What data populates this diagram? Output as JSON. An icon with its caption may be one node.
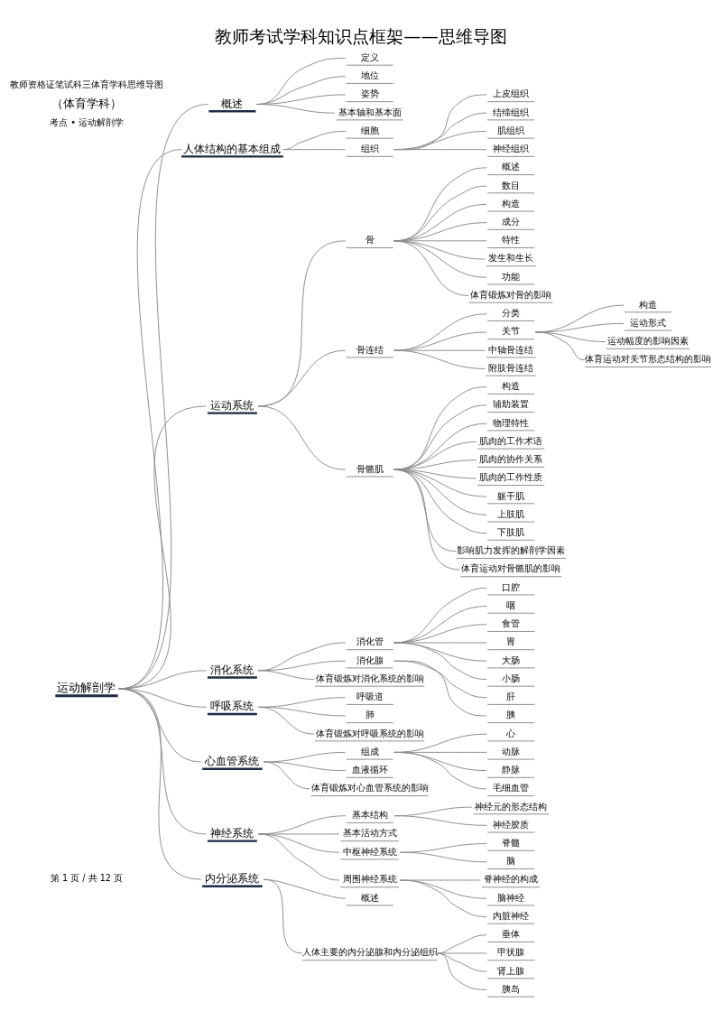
{
  "diagram": {
    "title": "教师考试学科知识点框架——思维导图",
    "nodes": [
      {
        "text": [
          "运动解剖学"
        ]
      },
      {
        "text": [
          "概述"
        ]
      },
      {
        "text": [
          "定义"
        ]
      },
      {
        "text": [
          "地位"
        ]
      },
      {
        "text": [
          "姿势"
        ]
      },
      {
        "text": [
          "基本轴和基本面"
        ]
      },
      {
        "text": [
          "人体结构的基本组成"
        ]
      },
      {
        "text": [
          "细胞"
        ]
      },
      {
        "text": [
          "组织"
        ]
      },
      {
        "text": [
          "上皮组织"
        ]
      },
      {
        "text": [
          "结缔组织"
        ]
      },
      {
        "text": [
          "肌组织"
        ]
      },
      {
        "text": [
          "神经组织"
        ]
      },
      {
        "text": [
          "运动系统"
        ]
      },
      {
        "text": [
          "骨"
        ]
      },
      {
        "text": [
          "概述"
        ]
      },
      {
        "text": [
          "数目"
        ]
      },
      {
        "text": [
          "构造"
        ]
      },
      {
        "text": [
          "成分"
        ]
      },
      {
        "text": [
          "特性"
        ]
      },
      {
        "text": [
          "发生和生长"
        ]
      },
      {
        "text": [
          "功能"
        ]
      },
      {
        "text": [
          "体育锻炼对骨的影响"
        ]
      },
      {
        "text": [
          "骨连结"
        ]
      },
      {
        "text": [
          "分类"
        ]
      },
      {
        "text": [
          "关节"
        ]
      },
      {
        "text": [
          "构造"
        ]
      },
      {
        "text": [
          "运动形式"
        ]
      },
      {
        "text": [
          "运动幅度的影响因素"
        ]
      },
      {
        "text": [
          "体育运动对关节形态结构的影响"
        ]
      },
      {
        "text": [
          "中轴骨连结"
        ]
      },
      {
        "text": [
          "附肢骨连结"
        ]
      },
      {
        "text": [
          "骨骼肌"
        ]
      },
      {
        "text": [
          "构造"
        ]
      },
      {
        "text": [
          "辅助装置"
        ]
      },
      {
        "text": [
          "物理特性"
        ]
      },
      {
        "text": [
          "肌肉的工作术语"
        ]
      },
      {
        "text": [
          "肌肉的协作关系"
        ]
      },
      {
        "text": [
          "肌肉的工作性质"
        ]
      },
      {
        "text": [
          "躯干肌"
        ]
      },
      {
        "text": [
          "上肢肌"
        ]
      },
      {
        "text": [
          "下肢肌"
        ]
      },
      {
        "text": [
          "影响肌力发挥的解剖学因素"
        ]
      },
      {
        "text": [
          "体育运动对骨骼肌的影响"
        ]
      },
      {
        "text": [
          "消化系统"
        ]
      },
      {
        "text": [
          "消化管"
        ]
      },
      {
        "text": [
          "口腔"
        ]
      },
      {
        "text": [
          "咽"
        ]
      },
      {
        "text": [
          "食管"
        ]
      },
      {
        "text": [
          "胃"
        ]
      },
      {
        "text": [
          "大肠"
        ]
      },
      {
        "text": [
          "小肠"
        ]
      },
      {
        "text": [
          "消化腺"
        ]
      },
      {
        "text": [
          "肝"
        ]
      },
      {
        "text": [
          "胰"
        ]
      },
      {
        "text": [
          "体育锻炼对消化系统的影响"
        ]
      },
      {
        "text": [
          "呼吸系统"
        ]
      },
      {
        "text": [
          "呼吸道"
        ]
      },
      {
        "text": [
          "肺"
        ]
      },
      {
        "text": [
          "体育锻炼对呼吸系统的影响"
        ]
      },
      {
        "text": [
          "心血管系统"
        ]
      },
      {
        "text": [
          "组成"
        ]
      },
      {
        "text": [
          "心"
        ]
      },
      {
        "text": [
          "动脉"
        ]
      },
      {
        "text": [
          "静脉"
        ]
      },
      {
        "text": [
          "毛细血管"
        ]
      },
      {
        "text": [
          "血液循环"
        ]
      },
      {
        "text": [
          "体育锻炼对心血管系统的影响"
        ]
      },
      {
        "text": [
          "神经系统"
        ]
      },
      {
        "text": [
          "基本结构"
        ]
      },
      {
        "text": [
          "神经元的形态结构"
        ]
      },
      {
        "text": [
          "神经胶质"
        ]
      },
      {
        "text": [
          "基本活动方式"
        ]
      },
      {
        "text": [
          "中枢神经系统"
        ]
      },
      {
        "text": [
          "脊髓"
        ]
      },
      {
        "text": [
          "脑"
        ]
      },
      {
        "text": [
          "周围神经系统"
        ]
      },
      {
        "text": [
          "脊神经的构成"
        ]
      },
      {
        "text": [
          "脑神经"
        ]
      },
      {
        "text": [
          "内脏神经"
        ]
      },
      {
        "text": [
          "内分泌系统"
        ]
      },
      {
        "text": [
          "概述"
        ]
      },
      {
        "text": [
          "人体主要的内分泌腺和内分泌组织"
        ]
      },
      {
        "text": [
          "垂体"
        ]
      },
      {
        "text": [
          "甲状腺"
        ]
      },
      {
        "text": [
          "肾上腺"
        ]
      },
      {
        "text": [
          "胰岛"
        ]
      }
    ],
    "edges": [
      {
        "from": 0,
        "to": 1,
        "arrow": "none"
      },
      {
        "from": 1,
        "to": 2,
        "arrow": "none"
      },
      {
        "from": 1,
        "to": 3,
        "arrow": "none"
      },
      {
        "from": 1,
        "to": 4,
        "arrow": "none"
      },
      {
        "from": 1,
        "to": 5,
        "arrow": "none"
      },
      {
        "from": 0,
        "to": 6,
        "arrow": "none"
      },
      {
        "from": 6,
        "to": 7,
        "arrow": "none"
      },
      {
        "from": 6,
        "to": 8,
        "arrow": "none"
      },
      {
        "from": 8,
        "to": 9,
        "arrow": "none"
      },
      {
        "from": 8,
        "to": 10,
        "arrow": "none"
      },
      {
        "from": 8,
        "to": 11,
        "arrow": "none"
      },
      {
        "from": 8,
        "to": 12,
        "arrow": "none"
      },
      {
        "from": 0,
        "to": 13,
        "arrow": "none"
      },
      {
        "from": 13,
        "to": 14,
        "arrow": "none"
      },
      {
        "from": 14,
        "to": 15,
        "arrow": "none"
      },
      {
        "from": 14,
        "to": 16,
        "arrow": "none"
      },
      {
        "from": 14,
        "to": 17,
        "arrow": "none"
      },
      {
        "from": 14,
        "to": 18,
        "arrow": "none"
      },
      {
        "from": 14,
        "to": 19,
        "arrow": "none"
      },
      {
        "from": 14,
        "to": 20,
        "arrow": "none"
      },
      {
        "from": 14,
        "to": 21,
        "arrow": "none"
      },
      {
        "from": 14,
        "to": 22,
        "arrow": "none"
      },
      {
        "from": 13,
        "to": 23,
        "arrow": "none"
      },
      {
        "from": 23,
        "to": 24,
        "arrow": "none"
      },
      {
        "from": 23,
        "to": 25,
        "arrow": "none"
      },
      {
        "from": 25,
        "to": 26,
        "arrow": "none"
      },
      {
        "from": 25,
        "to": 27,
        "arrow": "none"
      },
      {
        "from": 25,
        "to": 28,
        "arrow": "none"
      },
      {
        "from": 25,
        "to": 29,
        "arrow": "none"
      },
      {
        "from": 23,
        "to": 30,
        "arrow": "none"
      },
      {
        "from": 23,
        "to": 31,
        "arrow": "none"
      },
      {
        "from": 13,
        "to": 32,
        "arrow": "none"
      },
      {
        "from": 32,
        "to": 33,
        "arrow": "none"
      },
      {
        "from": 32,
        "to": 34,
        "arrow": "none"
      },
      {
        "from": 32,
        "to": 35,
        "arrow": "none"
      },
      {
        "from": 32,
        "to": 36,
        "arrow": "none"
      },
      {
        "from": 32,
        "to": 37,
        "arrow": "none"
      },
      {
        "from": 32,
        "to": 38,
        "arrow": "none"
      },
      {
        "from": 32,
        "to": 39,
        "arrow": "none"
      },
      {
        "from": 32,
        "to": 40,
        "arrow": "none"
      },
      {
        "from": 32,
        "to": 41,
        "arrow": "none"
      },
      {
        "from": 32,
        "to": 42,
        "arrow": "none"
      },
      {
        "from": 32,
        "to": 43,
        "arrow": "none"
      },
      {
        "from": 0,
        "to": 44,
        "arrow": "none"
      },
      {
        "from": 44,
        "to": 45,
        "arrow": "none"
      },
      {
        "from": 45,
        "to": 46,
        "arrow": "none"
      },
      {
        "from": 45,
        "to": 47,
        "arrow": "none"
      },
      {
        "from": 45,
        "to": 48,
        "arrow": "none"
      },
      {
        "from": 45,
        "to": 49,
        "arrow": "none"
      },
      {
        "from": 45,
        "to": 50,
        "arrow": "none"
      },
      {
        "from": 45,
        "to": 51,
        "arrow": "none"
      },
      {
        "from": 44,
        "to": 52,
        "arrow": "none"
      },
      {
        "from": 52,
        "to": 53,
        "arrow": "none"
      },
      {
        "from": 52,
        "to": 54,
        "arrow": "none"
      },
      {
        "from": 44,
        "to": 55,
        "arrow": "none"
      },
      {
        "from": 0,
        "to": 56,
        "arrow": "none"
      },
      {
        "from": 56,
        "to": 57,
        "arrow": "none"
      },
      {
        "from": 56,
        "to": 58,
        "arrow": "none"
      },
      {
        "from": 56,
        "to": 59,
        "arrow": "none"
      },
      {
        "from": 0,
        "to": 60,
        "arrow": "none"
      },
      {
        "from": 60,
        "to": 61,
        "arrow": "none"
      },
      {
        "from": 61,
        "to": 62,
        "arrow": "none"
      },
      {
        "from": 61,
        "to": 63,
        "arrow": "none"
      },
      {
        "from": 61,
        "to": 64,
        "arrow": "none"
      },
      {
        "from": 61,
        "to": 65,
        "arrow": "none"
      },
      {
        "from": 60,
        "to": 66,
        "arrow": "none"
      },
      {
        "from": 60,
        "to": 67,
        "arrow": "none"
      },
      {
        "from": 0,
        "to": 68,
        "arrow": "none"
      },
      {
        "from": 68,
        "to": 69,
        "arrow": "none"
      },
      {
        "from": 69,
        "to": 70,
        "arrow": "none"
      },
      {
        "from": 69,
        "to": 71,
        "arrow": "none"
      },
      {
        "from": 68,
        "to": 72,
        "arrow": "none"
      },
      {
        "from": 68,
        "to": 73,
        "arrow": "none"
      },
      {
        "from": 73,
        "to": 74,
        "arrow": "none"
      },
      {
        "from": 73,
        "to": 75,
        "arrow": "none"
      },
      {
        "from": 68,
        "to": 76,
        "arrow": "none"
      },
      {
        "from": 76,
        "to": 77,
        "arrow": "none"
      },
      {
        "from": 76,
        "to": 78,
        "arrow": "none"
      },
      {
        "from": 76,
        "to": 79,
        "arrow": "none"
      },
      {
        "from": 0,
        "to": 80,
        "arrow": "none"
      },
      {
        "from": 80,
        "to": 81,
        "arrow": "none"
      },
      {
        "from": 80,
        "to": 82,
        "arrow": "none"
      },
      {
        "from": 82,
        "to": 83,
        "arrow": "none"
      },
      {
        "from": 82,
        "to": 84,
        "arrow": "none"
      },
      {
        "from": 82,
        "to": 85,
        "arrow": "none"
      },
      {
        "from": 82,
        "to": 86,
        "arrow": "none"
      }
    ],
    "labels": [
      "教师资格证笔试科三体育学科思维导图",
      "（体育学科）",
      "考点 • 运动解剖学",
      "第 1 页 / 共 12 页"
    ]
  }
}
